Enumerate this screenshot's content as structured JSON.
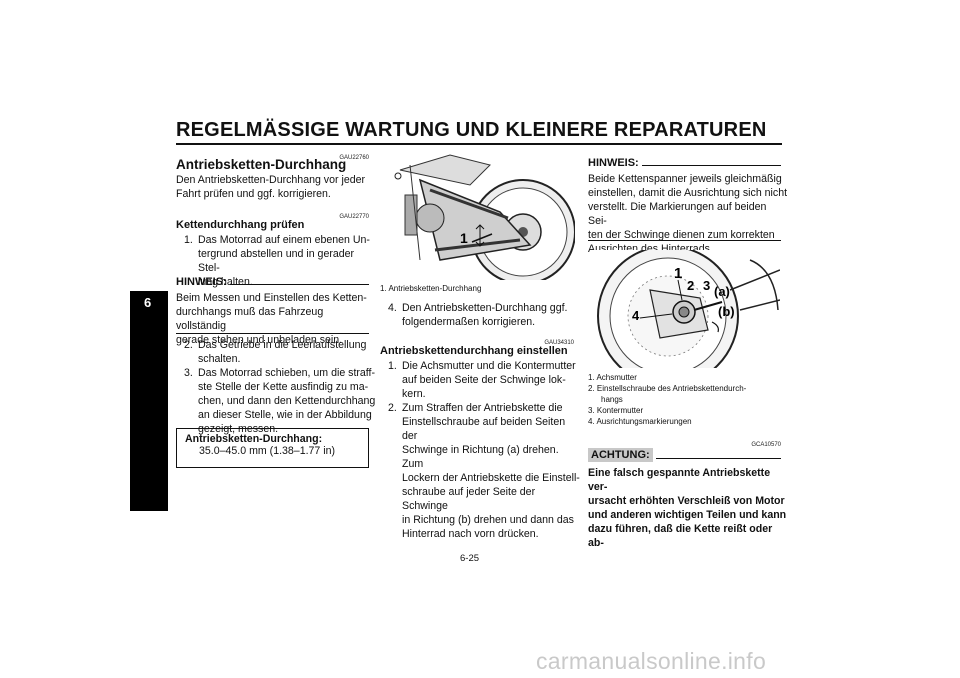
{
  "header": {
    "title": "REGELMÄSSIGE WARTUNG UND KLEINERE REPARATUREN"
  },
  "side_tab": {
    "chapter": "6"
  },
  "col1": {
    "code1": "GAU22760",
    "heading": "Antriebsketten-Durchhang",
    "intro": [
      "Den Antriebsketten-Durchhang vor jeder",
      "Fahrt prüfen und ggf. korrigieren."
    ],
    "code2": "GAU22770",
    "subheading": "Kettendurchhang prüfen",
    "step1_num": "1.",
    "step1": [
      "Das Motorrad auf einem ebenen Un-",
      "tergrund abstellen und in gerader Stel-",
      "lung halten."
    ],
    "hinweis_label": "HINWEIS:",
    "hinweis_text": [
      "Beim Messen und Einstellen des Ketten-",
      "durchhangs muß das Fahrzeug vollständig",
      "gerade stehen und unbeladen sein."
    ],
    "step2_num": "2.",
    "step2": [
      "Das Getriebe in die Leerlaufstellung",
      "schalten."
    ],
    "step3_num": "3.",
    "step3": [
      "Das Motorrad schieben, um die straff-",
      "ste Stelle der Kette ausfindig zu ma-",
      "chen, und dann den Kettendurchhang",
      "an dieser Stelle, wie in der Abbildung",
      "gezeigt, messen."
    ],
    "spec_label": "Antriebsketten-Durchhang:",
    "spec_value": "35.0–45.0 mm (1.38–1.77 in)"
  },
  "col2": {
    "figure_callout": "1",
    "caption": "1.  Antriebsketten-Durchhang",
    "step4_num": "4.",
    "step4": [
      "Den Antriebsketten-Durchhang ggf.",
      "folgendermaßen korrigieren."
    ],
    "code": "GAU34310",
    "subheading": "Antriebskettendurchhang einstellen",
    "step1_num": "1.",
    "step1": [
      "Die Achsmutter und die Kontermutter",
      "auf beiden Seite der Schwinge lok-",
      "kern."
    ],
    "step2_num": "2.",
    "step2": [
      "Zum Straffen der Antriebskette die",
      "Einstellschraube auf beiden Seiten der",
      "Schwinge in Richtung (a) drehen. Zum",
      "Lockern der Antriebskette die Einstell-",
      "schraube auf jeder Seite der Schwinge",
      "in Richtung (b) drehen und dann das",
      "Hinterrad nach vorn drücken."
    ]
  },
  "col3": {
    "hinweis_label": "HINWEIS:",
    "hinweis_text": [
      "Beide Kettenspanner jeweils gleichmäßig",
      "einstellen, damit die Ausrichtung sich nicht",
      "verstellt. Die Markierungen auf beiden Sei-",
      "ten der Schwinge dienen zum korrekten",
      "Ausrichten des Hinterrads."
    ],
    "figure_labels": {
      "n1": "1",
      "n2": "2",
      "n3": "3",
      "n4": "4",
      "a": "(a)",
      "b": "(b)"
    },
    "captions": [
      "1.  Achsmutter",
      "2.  Einstellschraube des Antriebskettendurch-",
      "hangs",
      "3.  Kontermutter",
      "4.  Ausrichtungsmarkierungen"
    ],
    "code": "GCA10570",
    "achtung_label": "ACHTUNG:",
    "achtung_text": [
      "Eine falsch gespannte Antriebskette ver-",
      "ursacht erhöhten Verschleiß von Motor",
      "und anderen wichtigen Teilen und kann",
      "dazu führen, daß die Kette reißt oder ab-"
    ]
  },
  "footer": {
    "page": "6-25",
    "watermark": "carmanualsonline.info"
  }
}
